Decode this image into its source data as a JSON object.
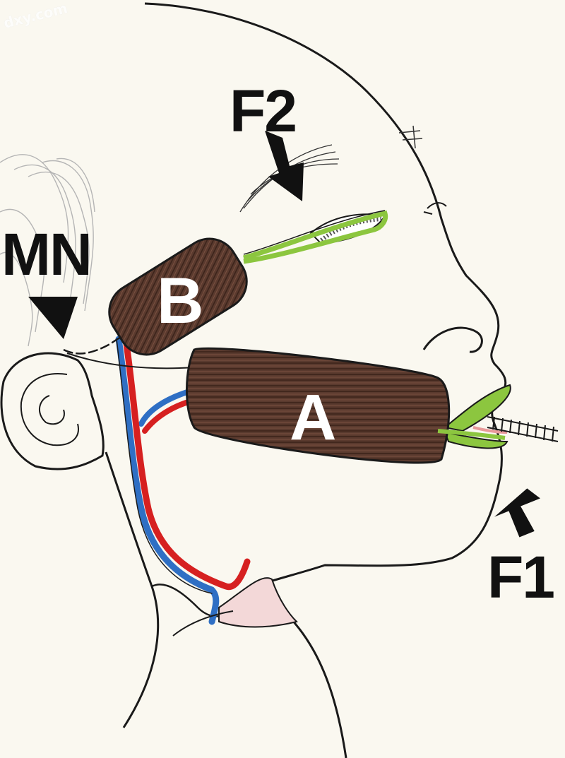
{
  "watermark": "dxy.com",
  "labels": {
    "mn": "MN",
    "f2": "F2",
    "f1": "F1",
    "muscle_a": "A",
    "muscle_b": "B"
  },
  "colors": {
    "background": "#faf8f0",
    "skin_outline": "#1a1a1a",
    "muscle": "#5a3a2e",
    "muscle_stripe": "#3a2219",
    "artery": "#d62020",
    "vein": "#2f6fc4",
    "nerve_sling": "#8cc63f",
    "arrow": "#111111"
  },
  "icons": [
    "arrow-icon",
    "ear-icon",
    "eye-icon",
    "nose-icon"
  ]
}
